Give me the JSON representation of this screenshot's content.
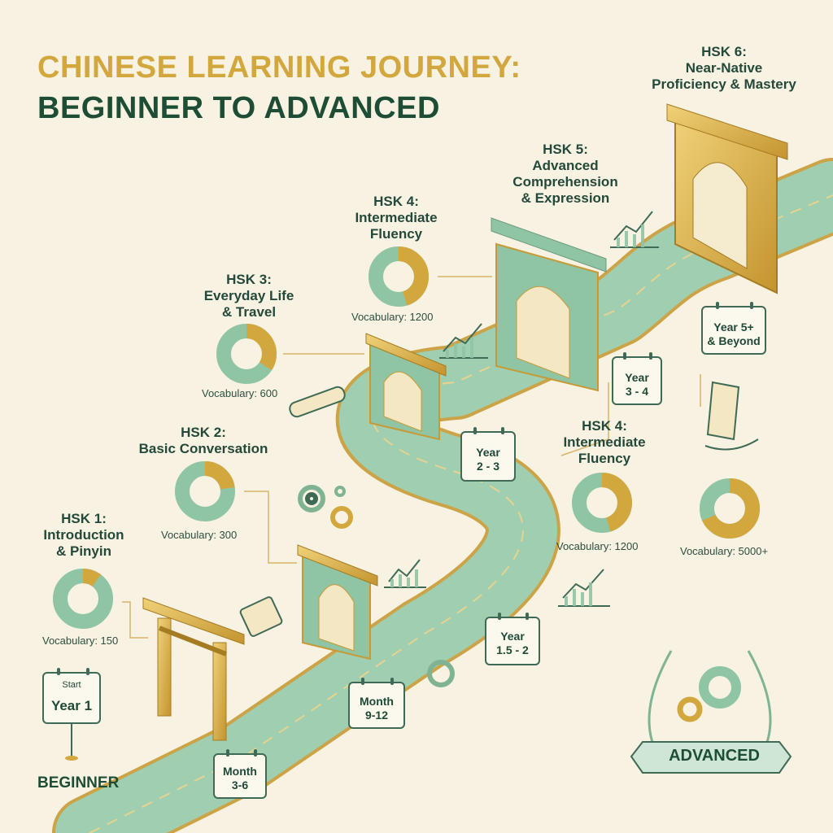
{
  "title": {
    "line1": "CHINESE LEARNING JOURNEY:",
    "line2": "BEGINNER TO ADVANCED"
  },
  "levels": {
    "hsk1": {
      "title": "HSK 1:",
      "desc1": "Introduction",
      "desc2": "& Pinyin",
      "vocab": "Vocabulary: 150"
    },
    "hsk2": {
      "title": "HSK 2:",
      "desc1": "Basic Conversation",
      "vocab": "Vocabulary: 300"
    },
    "hsk3": {
      "title": "HSK 3:",
      "desc1": "Everyday Life",
      "desc2": "& Travel",
      "vocab": "Vocabulary: 600"
    },
    "hsk4a": {
      "title": "HSK 4:",
      "desc1": "Intermediate",
      "desc2": "Fluency",
      "vocab": "Vocabulary: 1200"
    },
    "hsk4b": {
      "title": "HSK 4:",
      "desc1": "Intermediate",
      "desc2": "Fluency",
      "vocab": "Vocabulary: 1200"
    },
    "hsk5": {
      "title": "HSK 5:",
      "desc1": "Advanced",
      "desc2": "Comprehension",
      "desc3": "& Expression"
    },
    "hsk6": {
      "title": "HSK 6:",
      "desc1": "Near-Native",
      "desc2": "Proficiency & Mastery",
      "vocab": "Vocabulary: 5000+"
    }
  },
  "timeline": {
    "start": {
      "line1": "Start",
      "line2": "Year 1"
    },
    "month36": {
      "line1": "Month",
      "line2": "3-6"
    },
    "month912": {
      "line1": "Month",
      "line2": "9-12"
    },
    "year152": {
      "line1": "Year",
      "line2": "1.5 - 2"
    },
    "year23": {
      "line1": "Year",
      "line2": "2 - 3"
    },
    "year34": {
      "line1": "Year",
      "line2": "3 - 4"
    },
    "year5": {
      "line1": "Year 5+",
      "line2": "& Beyond"
    }
  },
  "badge": {
    "label": "ADVANCED"
  },
  "beginner": "BEGINNER",
  "colors": {
    "gold": "#d2a83e",
    "green": "#8fc4a4",
    "dark_green": "#1e4d36",
    "background": "#f8f2e2"
  }
}
